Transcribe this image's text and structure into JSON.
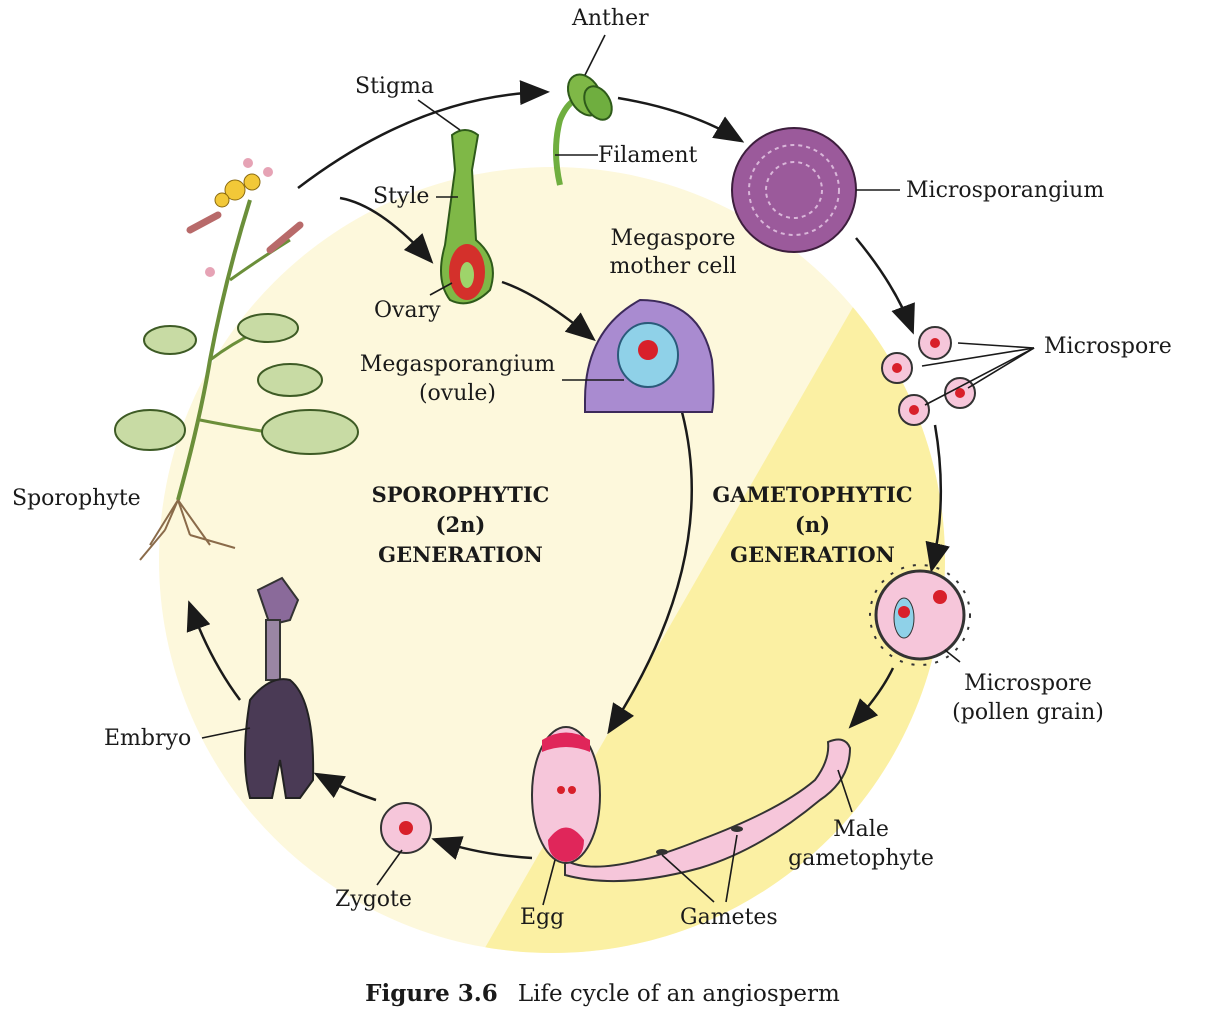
{
  "generations": {
    "sporophytic": {
      "line1": "SPOROPHYTIC",
      "line2": "(2n)",
      "line3": "GENERATION"
    },
    "gametophytic": {
      "line1": "GAMETOPHYTIC",
      "line2": "(n)",
      "line3": "GENERATION"
    }
  },
  "labels": {
    "anther": "Anther",
    "stigma": "Stigma",
    "filament": "Filament",
    "style": "Style",
    "ovary": "Ovary",
    "microsporangium": "Microsporangium",
    "megaspore_line1": "Megaspore",
    "megaspore_line2": "mother cell",
    "megasporangium_line1": "Megasporangium",
    "megasporangium_line2": "(ovule)",
    "microspore": "Microspore",
    "sporophyte": "Sporophyte",
    "pollen_line1": "Microspore",
    "pollen_line2": "(pollen grain)",
    "embryo": "Embryo",
    "male_line1": "Male",
    "male_line2": "gametophyte",
    "zygote": "Zygote",
    "egg": "Egg",
    "gametes": "Gametes"
  },
  "caption": {
    "number": "Figure 3.6",
    "text": "Life cycle of an angiosperm"
  },
  "colors": {
    "sporophytic_bg": "#fdf8dc",
    "gametophytic_bg": "#fbf0a3",
    "microsporangium": "#9b5a9b",
    "megasporangium": "#a98bd0",
    "pink_cells": "#f6c6da",
    "stamen_green": "#6fae3f",
    "nucleus_red": "#d8202a"
  }
}
